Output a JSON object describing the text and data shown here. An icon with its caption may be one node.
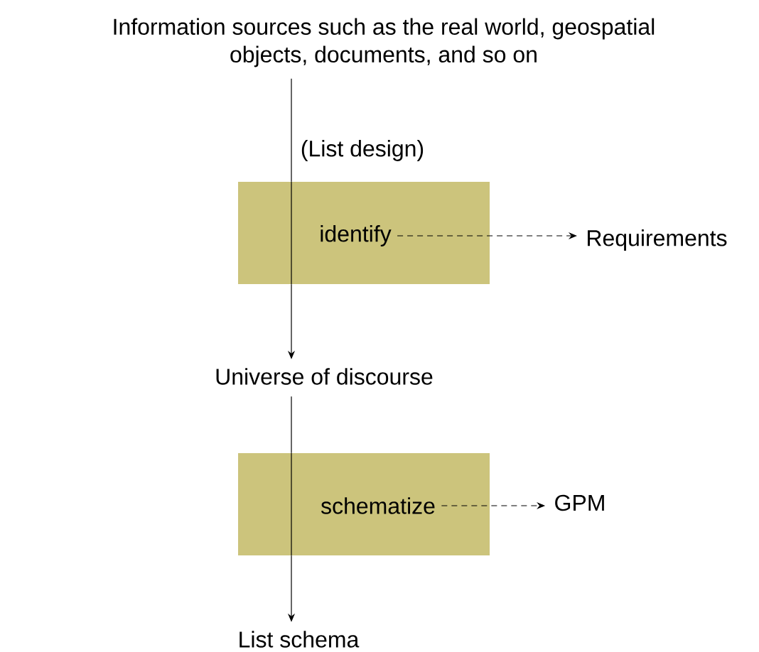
{
  "diagram": {
    "nodes": [
      {
        "text": [
          "Information sources such as the real world, geospatial objects, documents, and so on"
        ]
      },
      {
        "text": [
          "(List design)",
          "identify"
        ]
      },
      {
        "text": [
          "Requirements"
        ]
      },
      {
        "text": [
          "Universe of discourse"
        ]
      },
      {
        "text": [
          "schematize"
        ]
      },
      {
        "text": [
          "GPM"
        ]
      },
      {
        "text": [
          "List schema"
        ]
      }
    ],
    "edges": [
      {
        "from": 0,
        "to": 1,
        "arrow": "none"
      },
      {
        "from": 1,
        "to": 2,
        "arrow": "to",
        "style": "dashed"
      },
      {
        "from": 1,
        "to": 3,
        "arrow": "to"
      },
      {
        "from": 3,
        "to": 4,
        "arrow": "none"
      },
      {
        "from": 4,
        "to": 6,
        "arrow": "to"
      },
      {
        "from": 4,
        "to": 5,
        "arrow": "to",
        "style": "dashed"
      }
    ]
  }
}
